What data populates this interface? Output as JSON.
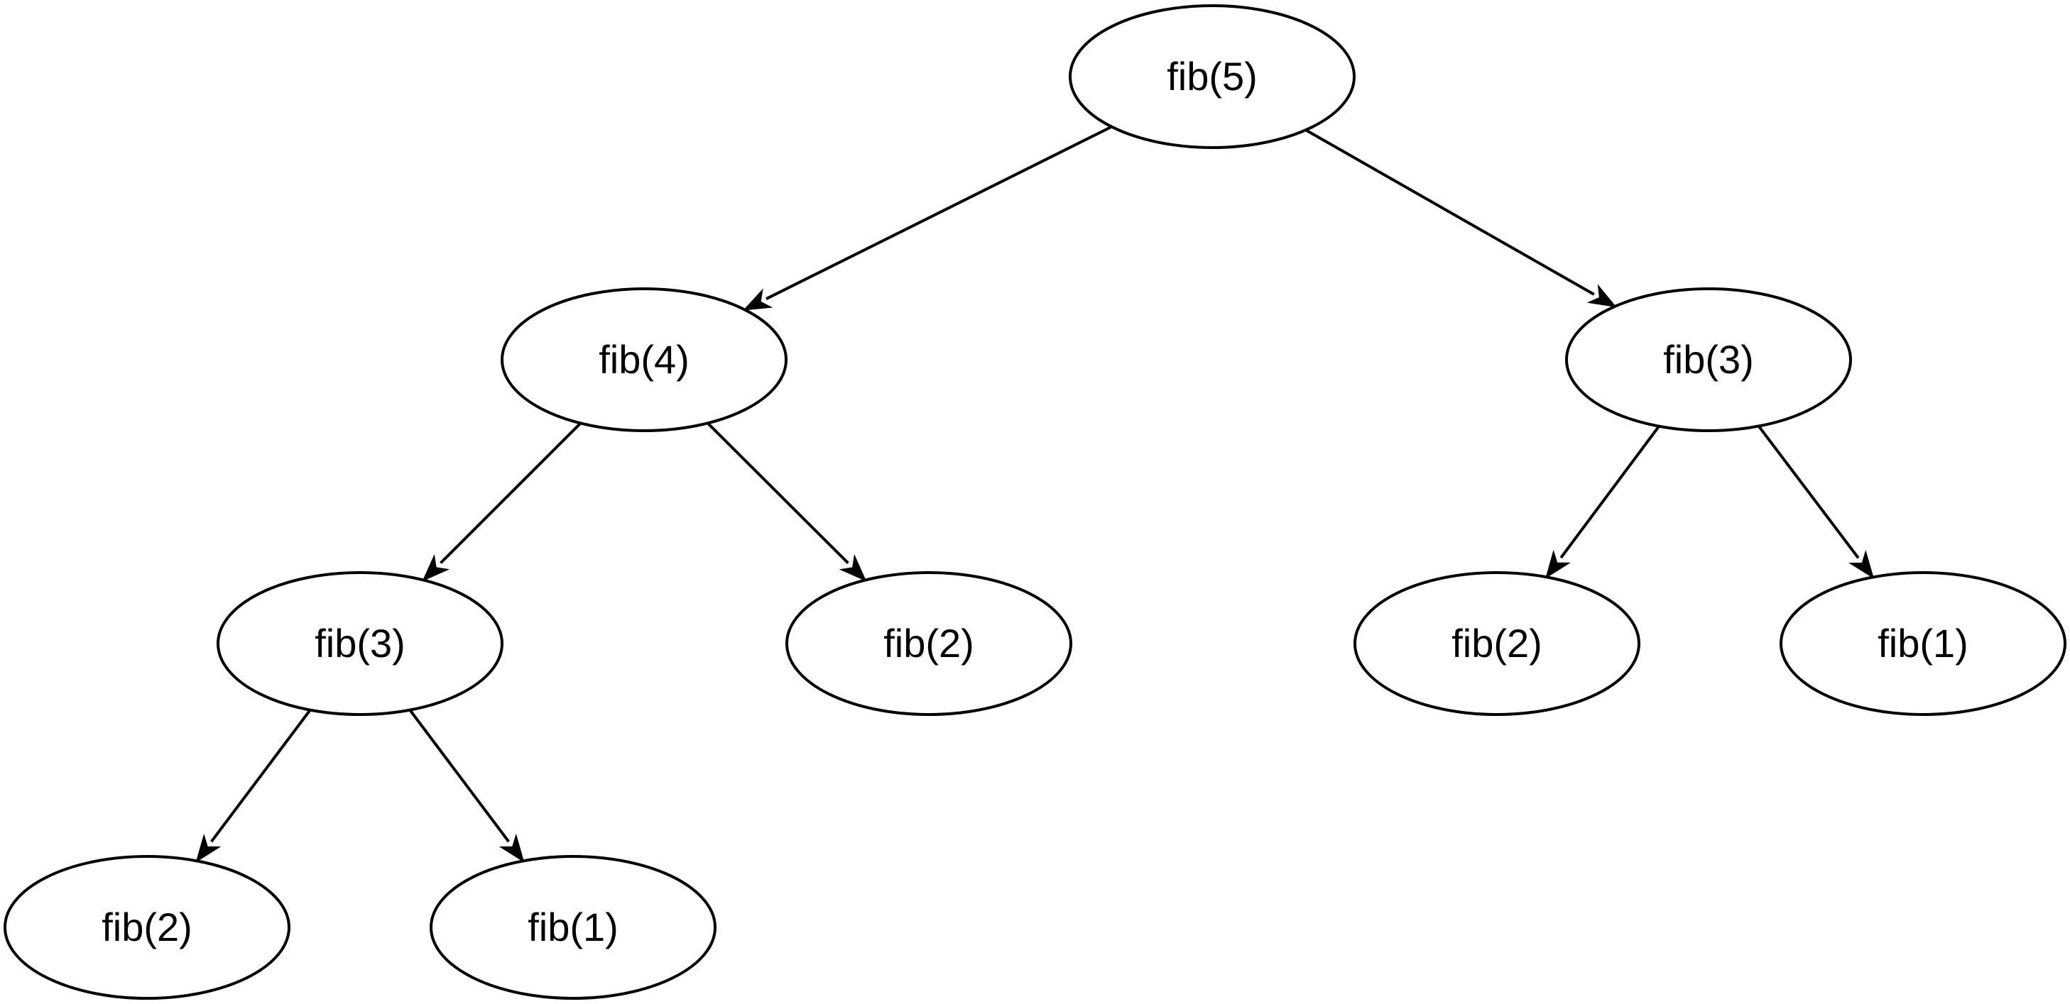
{
  "diagram": {
    "nodes": [
      {
        "id": "n5",
        "label": "fib(5)"
      },
      {
        "id": "n4",
        "label": "fib(4)"
      },
      {
        "id": "n3r",
        "label": "fib(3)"
      },
      {
        "id": "n3l",
        "label": "fib(3)"
      },
      {
        "id": "n2a",
        "label": "fib(2)"
      },
      {
        "id": "n2b",
        "label": "fib(2)"
      },
      {
        "id": "n1a",
        "label": "fib(1)"
      },
      {
        "id": "n2c",
        "label": "fib(2)"
      },
      {
        "id": "n1b",
        "label": "fib(1)"
      }
    ],
    "edges": [
      {
        "from": "n5",
        "to": "n4"
      },
      {
        "from": "n5",
        "to": "n3r"
      },
      {
        "from": "n4",
        "to": "n3l"
      },
      {
        "from": "n4",
        "to": "n2a"
      },
      {
        "from": "n3r",
        "to": "n2b"
      },
      {
        "from": "n3r",
        "to": "n1a"
      },
      {
        "from": "n3l",
        "to": "n2c"
      },
      {
        "from": "n3l",
        "to": "n1b"
      }
    ]
  },
  "colors": {
    "stroke": "#000000",
    "fill": "#ffffff",
    "text": "#000000"
  }
}
